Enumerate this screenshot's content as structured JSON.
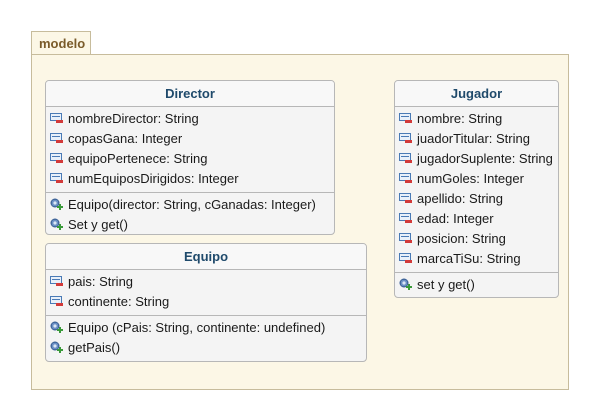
{
  "package": {
    "name": "modelo"
  },
  "classes": {
    "director": {
      "name": "Director",
      "attributes": [
        "nombreDirector: String",
        "copasGana: Integer",
        "equipoPertenece: String",
        "numEquiposDirigidos: Integer"
      ],
      "operations": [
        "Equipo(director: String, cGanadas: Integer)",
        "Set y get()"
      ]
    },
    "equipo": {
      "name": "Equipo",
      "attributes": [
        "pais: String",
        "continente: String"
      ],
      "operations": [
        "Equipo (cPais: String, continente: undefined)",
        "getPais()"
      ]
    },
    "jugador": {
      "name": "Jugador",
      "attributes": [
        "nombre: String",
        "juadorTitular: String",
        "jugadorSuplente: String",
        "numGoles: Integer",
        "apellido: String",
        "edad: Integer",
        "posicion: String",
        "marcaTiSu: String"
      ],
      "operations": [
        "set y get()"
      ]
    }
  },
  "icons": {
    "attribute": "private-attribute-icon",
    "operation": "public-operation-icon"
  },
  "colors": {
    "package_fill": "#fcf7e6",
    "package_border": "#c7bc9c",
    "package_label": "#7a5b2a",
    "class_title": "#1f4a6b",
    "private_marker": "#d23a3a",
    "public_marker": "#3a9a3a"
  }
}
